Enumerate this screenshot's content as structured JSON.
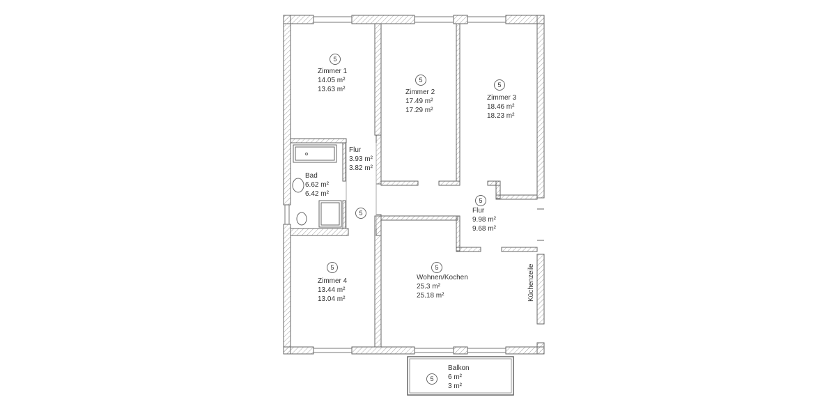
{
  "plan": {
    "colors": {
      "wall": "#666666",
      "hatch": "#9a9a9a",
      "background": "#ffffff",
      "text": "#333333"
    },
    "room_marker": "5",
    "rooms": [
      {
        "id": "zimmer1",
        "name": "Zimmer 1",
        "area_gross": "14.05 m²",
        "area_net": "13.63 m²",
        "marker": "5"
      },
      {
        "id": "zimmer2",
        "name": "Zimmer 2",
        "area_gross": "17.49 m²",
        "area_net": "17.29 m²",
        "marker": "5"
      },
      {
        "id": "zimmer3",
        "name": "Zimmer 3",
        "area_gross": "18.46 m²",
        "area_net": "18.23 m²",
        "marker": "5"
      },
      {
        "id": "flur_small",
        "name": "Flur",
        "area_gross": "3.93 m²",
        "area_net": "3.82 m²",
        "marker": "5"
      },
      {
        "id": "bad",
        "name": "Bad",
        "area_gross": "6.62 m²",
        "area_net": "6.42 m²"
      },
      {
        "id": "flur_large",
        "name": "Flur",
        "area_gross": "9.98 m²",
        "area_net": "9.68 m²",
        "marker": "5"
      },
      {
        "id": "zimmer4",
        "name": "Zimmer 4",
        "area_gross": "13.44 m²",
        "area_net": "13.04 m²",
        "marker": "5"
      },
      {
        "id": "wohnen",
        "name": "Wohnen/Kochen",
        "area_gross": "25.3 m²",
        "area_net": "25.18 m²",
        "marker": "5"
      },
      {
        "id": "balkon",
        "name": "Balkon",
        "area_gross": "6 m²",
        "area_net": "3 m²",
        "marker": "5"
      }
    ],
    "annotations": {
      "kitchenette": "Küchenzeile"
    }
  }
}
